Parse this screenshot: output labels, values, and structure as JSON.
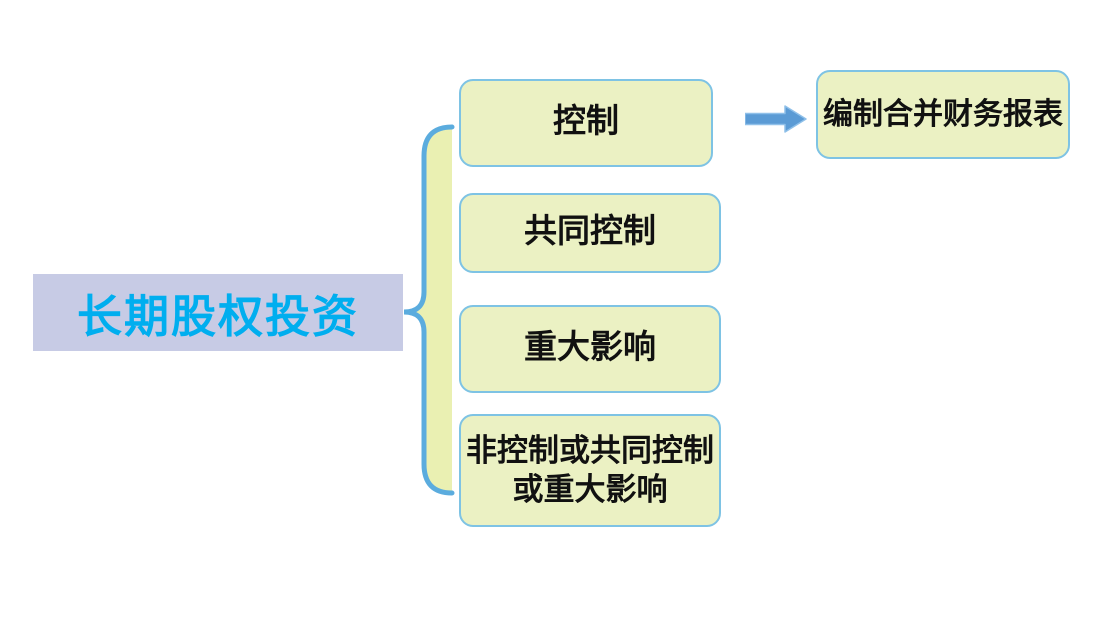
{
  "diagram": {
    "root": {
      "label": "长期股权投资"
    },
    "branches": [
      {
        "id": "control",
        "label": "控制"
      },
      {
        "id": "joint-control",
        "label": "共同控制"
      },
      {
        "id": "significant-influence",
        "label": "重大影响"
      },
      {
        "id": "no-control-or-influence",
        "label": "非控制或共同控制或重大影响",
        "line1": "非控制或共同控制",
        "line2": "或重大影响"
      }
    ],
    "outcome": {
      "label": "编制合并财务报表"
    },
    "connectors": {
      "brace": "left-curly-brace",
      "arrow": "right-block-arrow"
    },
    "colors": {
      "root_bg": "#C7CBE5",
      "root_text": "#00AEEF",
      "box_fill": "#EBF1C3",
      "box_border": "#7EC3E4",
      "box_text": "#111111",
      "brace_stroke": "#5BACDE",
      "brace_fill": "#EAF0B2",
      "arrow_fill": "#5B9BD5",
      "arrow_border": "#8FC0E9",
      "background": "#FFFFFF"
    }
  }
}
